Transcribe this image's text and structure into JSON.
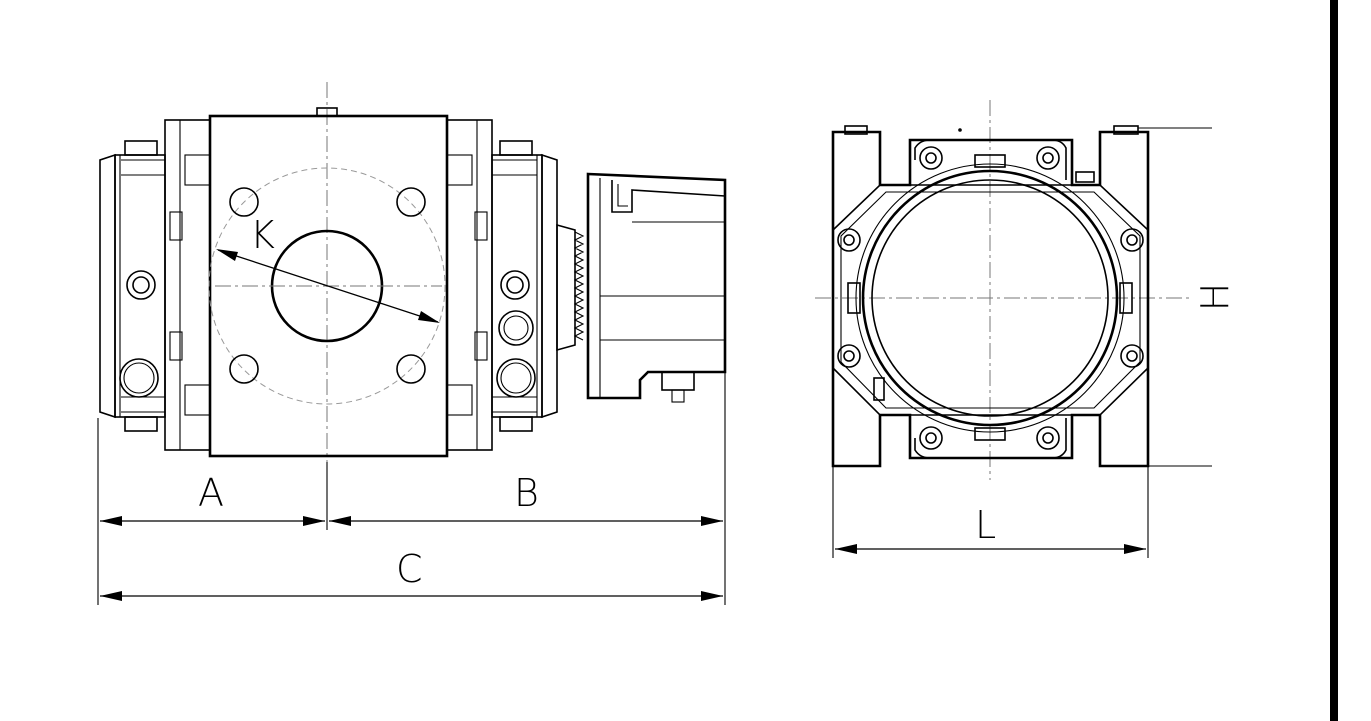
{
  "labels": {
    "a": "A",
    "b": "B",
    "c": "C",
    "k": "K",
    "l": "L",
    "h": "H"
  }
}
